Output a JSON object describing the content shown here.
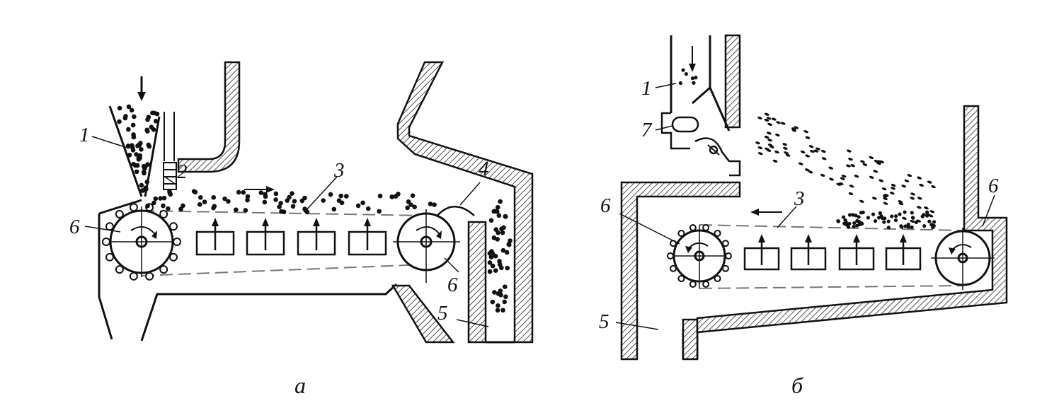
{
  "figure": {
    "a": {
      "caption": "а",
      "labels": {
        "feed_funnel": "1",
        "roller": "2",
        "belt": "3",
        "flap": "4",
        "outlet": "5",
        "drum_left": "6",
        "drum_right": "6"
      }
    },
    "b": {
      "caption": "б",
      "labels": {
        "feed_pipe": "1",
        "belt": "3",
        "outlet": "5",
        "drum_left": "6",
        "drum_right": "6",
        "feeder": "7"
      }
    }
  },
  "colors": {
    "ink": "#111111",
    "belt_dash": "#777777",
    "background": "#ffffff"
  }
}
